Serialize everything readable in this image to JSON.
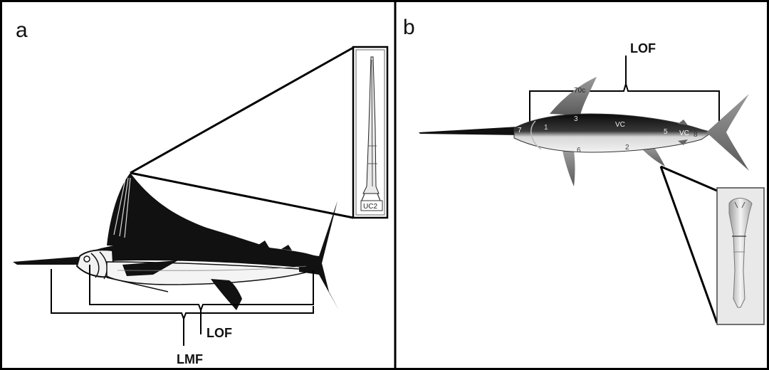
{
  "panel_a": {
    "letter": "a",
    "labels": {
      "lof": "LOF",
      "lmf": "LMF"
    },
    "inset_label": "UC2",
    "icon": "marlin-silhouette"
  },
  "panel_b": {
    "letter": "b",
    "labels": {
      "lof": "LOF"
    },
    "fin_label": "70c",
    "vertebra_labels": [
      "7",
      "1",
      "3",
      "VC",
      "5",
      "VC",
      "8",
      "6",
      "2"
    ],
    "icon": "swordfish-illustration"
  },
  "colors": {
    "frame": "#000000",
    "fish_dark": "#111111",
    "fish_light": "#eeeeee"
  }
}
